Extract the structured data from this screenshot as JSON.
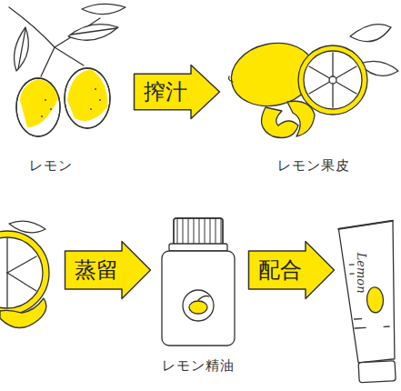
{
  "diagram": {
    "nodes": [
      {
        "text": [
          "搾汁"
        ]
      },
      {
        "text": [
          "蒸留"
        ]
      },
      {
        "text": [
          "配合"
        ]
      }
    ],
    "labels": [
      "レモン",
      "レモン果皮",
      "レモン精油",
      "Lemon"
    ]
  }
}
